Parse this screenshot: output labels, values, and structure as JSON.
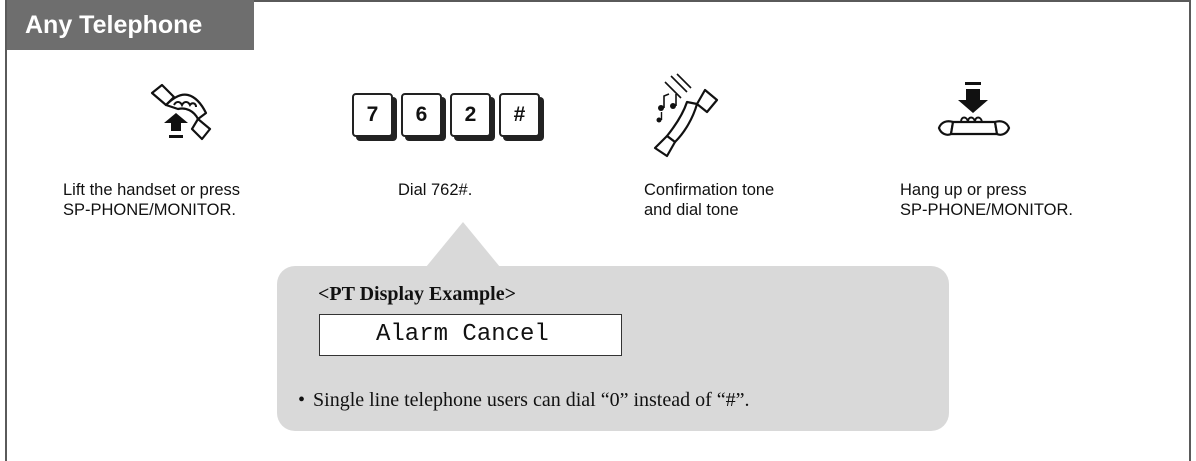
{
  "header": {
    "title": "Any Telephone"
  },
  "steps": [
    {
      "icon": "lift-handset-icon",
      "lines": [
        "Lift the handset or press",
        "SP-PHONE/MONITOR."
      ]
    },
    {
      "icon": "keypad-icon",
      "keys": [
        "7",
        "6",
        "2",
        "#"
      ],
      "lines": [
        "Dial 762#."
      ]
    },
    {
      "icon": "confirmation-tone-handset-icon",
      "lines": [
        "Confirmation tone",
        "and dial tone"
      ]
    },
    {
      "icon": "hang-up-icon",
      "lines": [
        "Hang up or press",
        "SP-PHONE/MONITOR."
      ]
    }
  ],
  "callout": {
    "title": "<PT Display Example>",
    "display_text": "Alarm Cancel",
    "note_bullet": "•",
    "note": "Single line telephone users can dial “0” instead of “#”."
  },
  "colors": {
    "header_bg": "#6e6e6e",
    "callout_bg": "#d9d9d9",
    "frame": "#5a5a5a"
  }
}
